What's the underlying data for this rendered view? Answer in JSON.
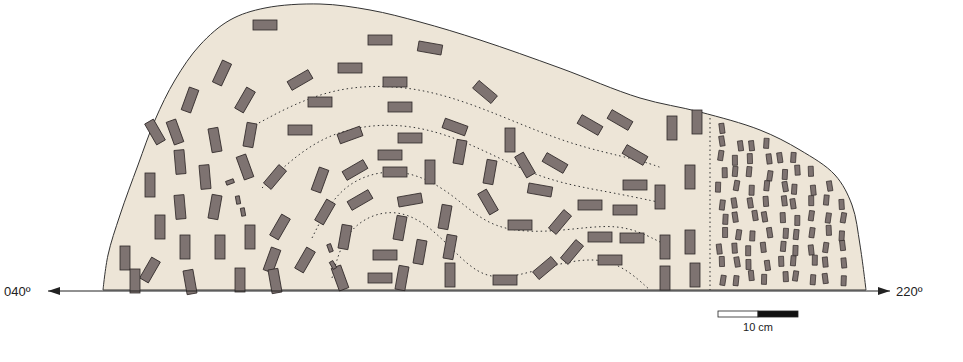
{
  "diagram": {
    "labels": [
      "040º",
      "220º",
      "10 cm"
    ]
  }
}
